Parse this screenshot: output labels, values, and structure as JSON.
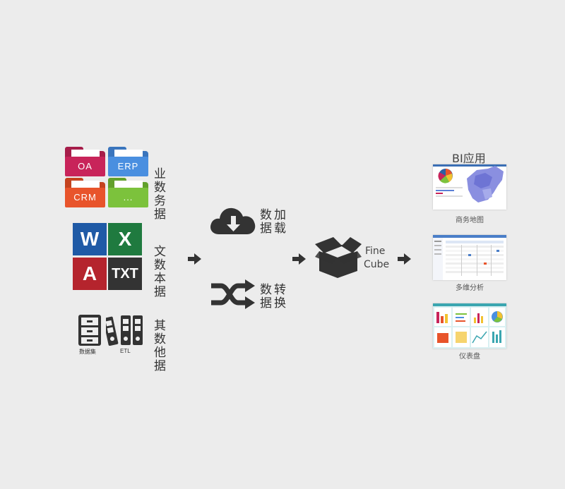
{
  "business_data": {
    "folders": [
      {
        "label": "OA",
        "color": "#c8245a"
      },
      {
        "label": "ERP",
        "color": "#4a8fe0"
      },
      {
        "label": "CRM",
        "color": "#e8542b"
      },
      {
        "label": "...",
        "color": "#7cc23c"
      }
    ],
    "label_line1": "业 数",
    "label_line2": "务 据"
  },
  "text_data": {
    "tiles": [
      {
        "letter": "W",
        "color": "#1f5aa6"
      },
      {
        "letter": "X",
        "color": "#1f7a3f"
      },
      {
        "letter": "A",
        "color": "#b5242d"
      },
      {
        "letter": "TXT",
        "color": "#333333"
      }
    ],
    "label_line1": "文 数",
    "label_line2": "本 据"
  },
  "other_data": {
    "dataset_caption": "数据集",
    "etl_caption": "ETL",
    "label_line1": "其 数",
    "label_line2": "他 据"
  },
  "load": {
    "line1": "数加",
    "line2": "据载"
  },
  "transform": {
    "line1": "数转",
    "line2": "据换"
  },
  "cube": {
    "line1": "Fine",
    "line2": "Cube"
  },
  "bi": {
    "title": "BI应用",
    "apps": [
      {
        "caption": "商务地图"
      },
      {
        "caption": "多维分析"
      },
      {
        "caption": "仪表盘"
      }
    ]
  }
}
